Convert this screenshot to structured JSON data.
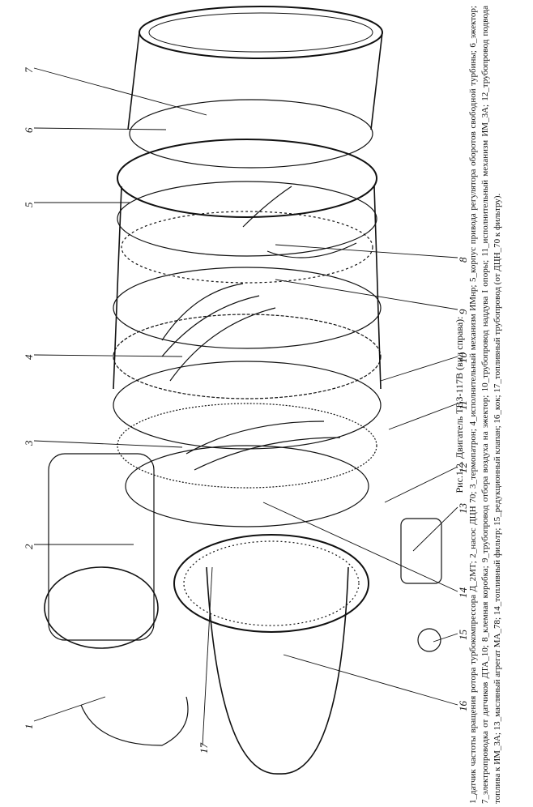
{
  "figure": {
    "title": "Рис.1.2. Двигатель ТВЗ-117В (вид справа):",
    "legend": "1_датчик частоты вращения ротора турбокомпрессора Д_2МТ; 2_насос ДЦН 70; 3_термопатрон; 4_исполнительный механизм ИМнр; 5_корпус привода регулятора оборотов свободной турбины; 6_эжектор; 7_электропроводка от датчиков ДТА_10; 8_клемная коробка; 9_трубопровод отбора воздуха на эжектор; 10_трубопровод наддува I опоры; 11_исполнительный механизм ИМ_3А; 12_трубопровод подвода топлива к ИМ_3А; 13_масляный агрегат МА_78; 14_топливный фильтр; 15_редукционный клапан; 16_кок; 17_топливный трубопровод (от ДЦН_70 к фильтру)."
  },
  "callouts": [
    {
      "id": "1",
      "label": "1"
    },
    {
      "id": "2",
      "label": "2"
    },
    {
      "id": "3",
      "label": "3"
    },
    {
      "id": "4",
      "label": "4"
    },
    {
      "id": "5",
      "label": "5"
    },
    {
      "id": "6",
      "label": "6"
    },
    {
      "id": "7",
      "label": "7"
    },
    {
      "id": "8",
      "label": "8"
    },
    {
      "id": "9",
      "label": "9"
    },
    {
      "id": "10",
      "label": "10"
    },
    {
      "id": "11",
      "label": "11"
    },
    {
      "id": "12",
      "label": "12"
    },
    {
      "id": "13",
      "label": "13"
    },
    {
      "id": "14",
      "label": "14"
    },
    {
      "id": "15",
      "label": "15"
    },
    {
      "id": "16",
      "label": "16"
    },
    {
      "id": "17",
      "label": "17"
    }
  ]
}
